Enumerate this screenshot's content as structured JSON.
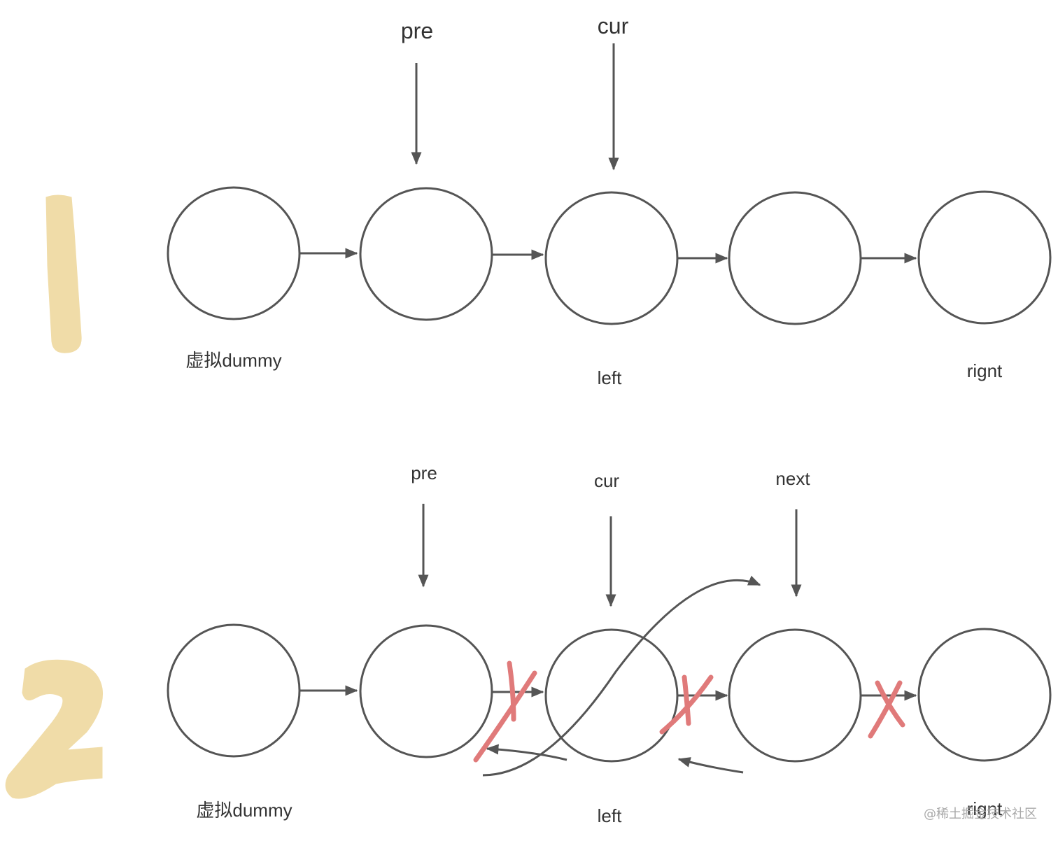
{
  "colors": {
    "node_stroke": "#555555",
    "cross": "#e07a7a",
    "step_number": "#f0dca8"
  },
  "step1": {
    "pointers": {
      "pre": "pre",
      "cur": "cur"
    },
    "labels": {
      "dummy": "虚拟dummy",
      "left": "left",
      "right": "rignt"
    }
  },
  "step2": {
    "pointers": {
      "pre": "pre",
      "cur": "cur",
      "next": "next"
    },
    "labels": {
      "dummy": "虚拟dummy",
      "left": "left",
      "right": "rignt"
    }
  },
  "watermark": "@稀土掘金技术社区"
}
